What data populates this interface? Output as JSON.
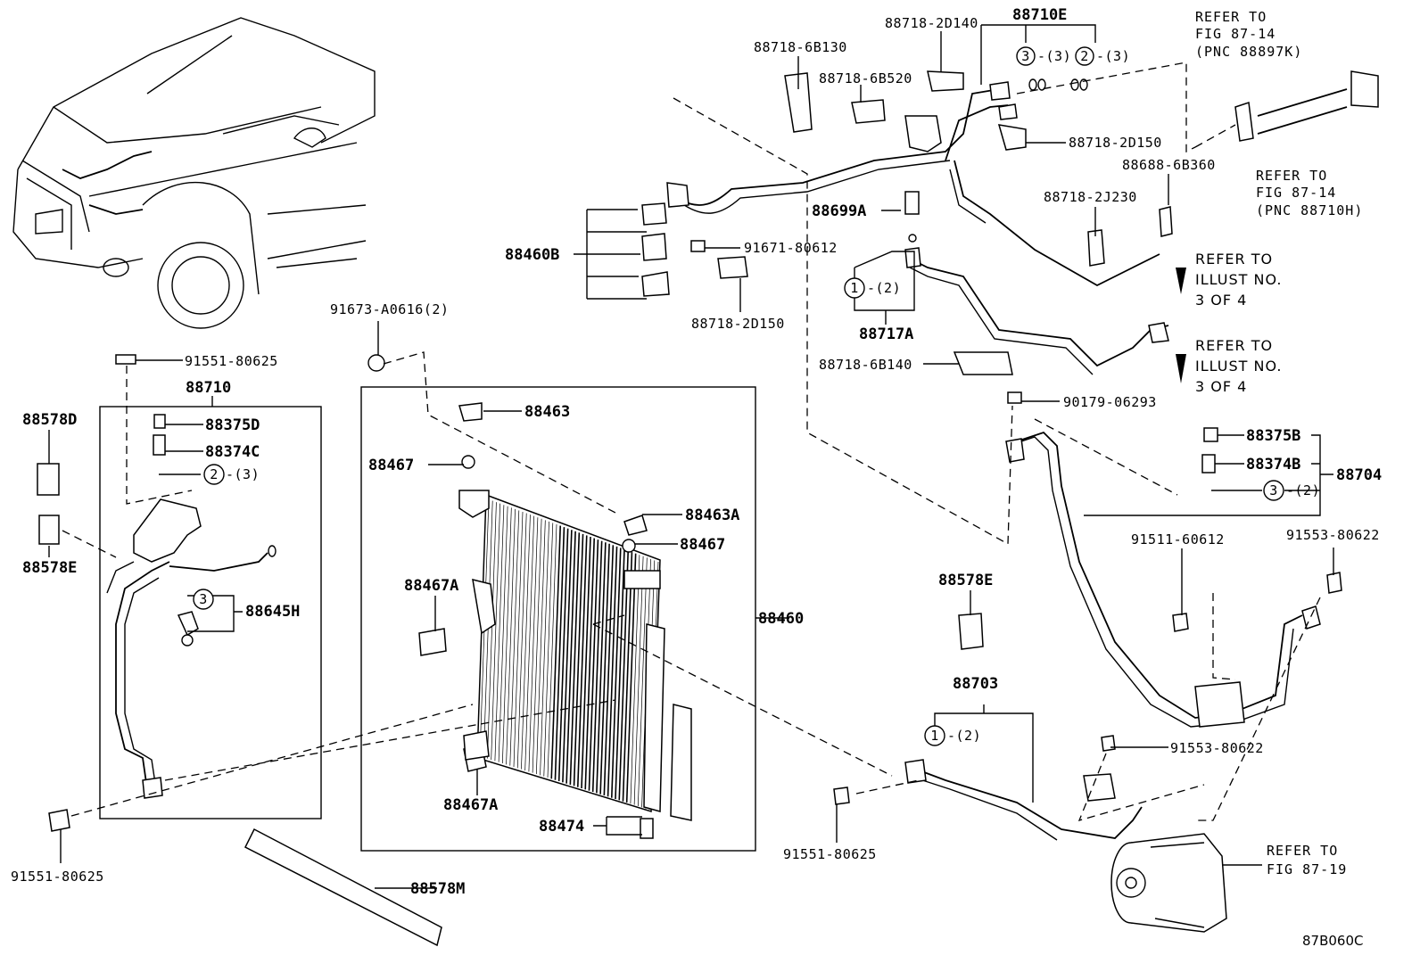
{
  "diagram_code": "87B060C",
  "parts": {
    "p88718_6B130": "88718-6B130",
    "p88718_2D140": "88718-2D140",
    "p88710E": "88710E",
    "p88718_6B520": "88718-6B520",
    "p88718_2D150_top": "88718-2D150",
    "p88688_6B360": "88688-6B360",
    "p88718_2J230": "88718-2J230",
    "p88699A": "88699A",
    "p88460B": "88460B",
    "p91671_80612": "91671-80612",
    "p88718_2D150_mid": "88718-2D150",
    "p88717A": "88717A",
    "p88718_6B140": "88718-6B140",
    "p90179_06293": "90179-06293",
    "p91673_A0616": "91673-A0616(2)",
    "p91551_80625_top": "91551-80625",
    "p88710": "88710",
    "p88578D": "88578D",
    "p88375D": "88375D",
    "p88374C": "88374C",
    "p88578E_left": "88578E",
    "p88645H": "88645H",
    "p88463": "88463",
    "p88467_a": "88467",
    "p88463A": "88463A",
    "p88467_b": "88467",
    "p88467A_a": "88467A",
    "p88460": "88460",
    "p88467A_b": "88467A",
    "p88474": "88474",
    "p88578M": "88578M",
    "p91551_80625_bl": "91551-80625",
    "p88375B": "88375B",
    "p88374B": "88374B",
    "p88704": "88704",
    "p91511_60612": "91511-60612",
    "p91553_80622_a": "91553-80622",
    "p88578E_right": "88578E",
    "p88703": "88703",
    "p91553_80622_b": "91553-80622",
    "p91551_80625_br": "91551-80625"
  },
  "callouts": {
    "c3_top": "3",
    "q3_top": "-(3)",
    "c2_top": "2",
    "q2_top": "-(3)",
    "c1_mid": "1",
    "q1_mid": "-(2)",
    "c2_left": "2",
    "q2_left": "-(3)",
    "c3_left": "3",
    "c3_right": "3",
    "q3_right": "-(2)",
    "c1_bottom": "1",
    "q1_bottom": "-(2)"
  },
  "refs": {
    "r1": [
      "REFER TO",
      "FIG 87-14",
      "(PNC 88897K)"
    ],
    "r2": [
      "REFER TO",
      "FIG 87-14",
      "(PNC 88710H)"
    ],
    "r3": [
      "REFER TO",
      "ILLUST NO.",
      "3 OF 4"
    ],
    "r4": [
      "REFER TO",
      "ILLUST NO.",
      "3 OF 4"
    ],
    "r5": [
      "REFER TO",
      "FIG 87-19"
    ]
  }
}
